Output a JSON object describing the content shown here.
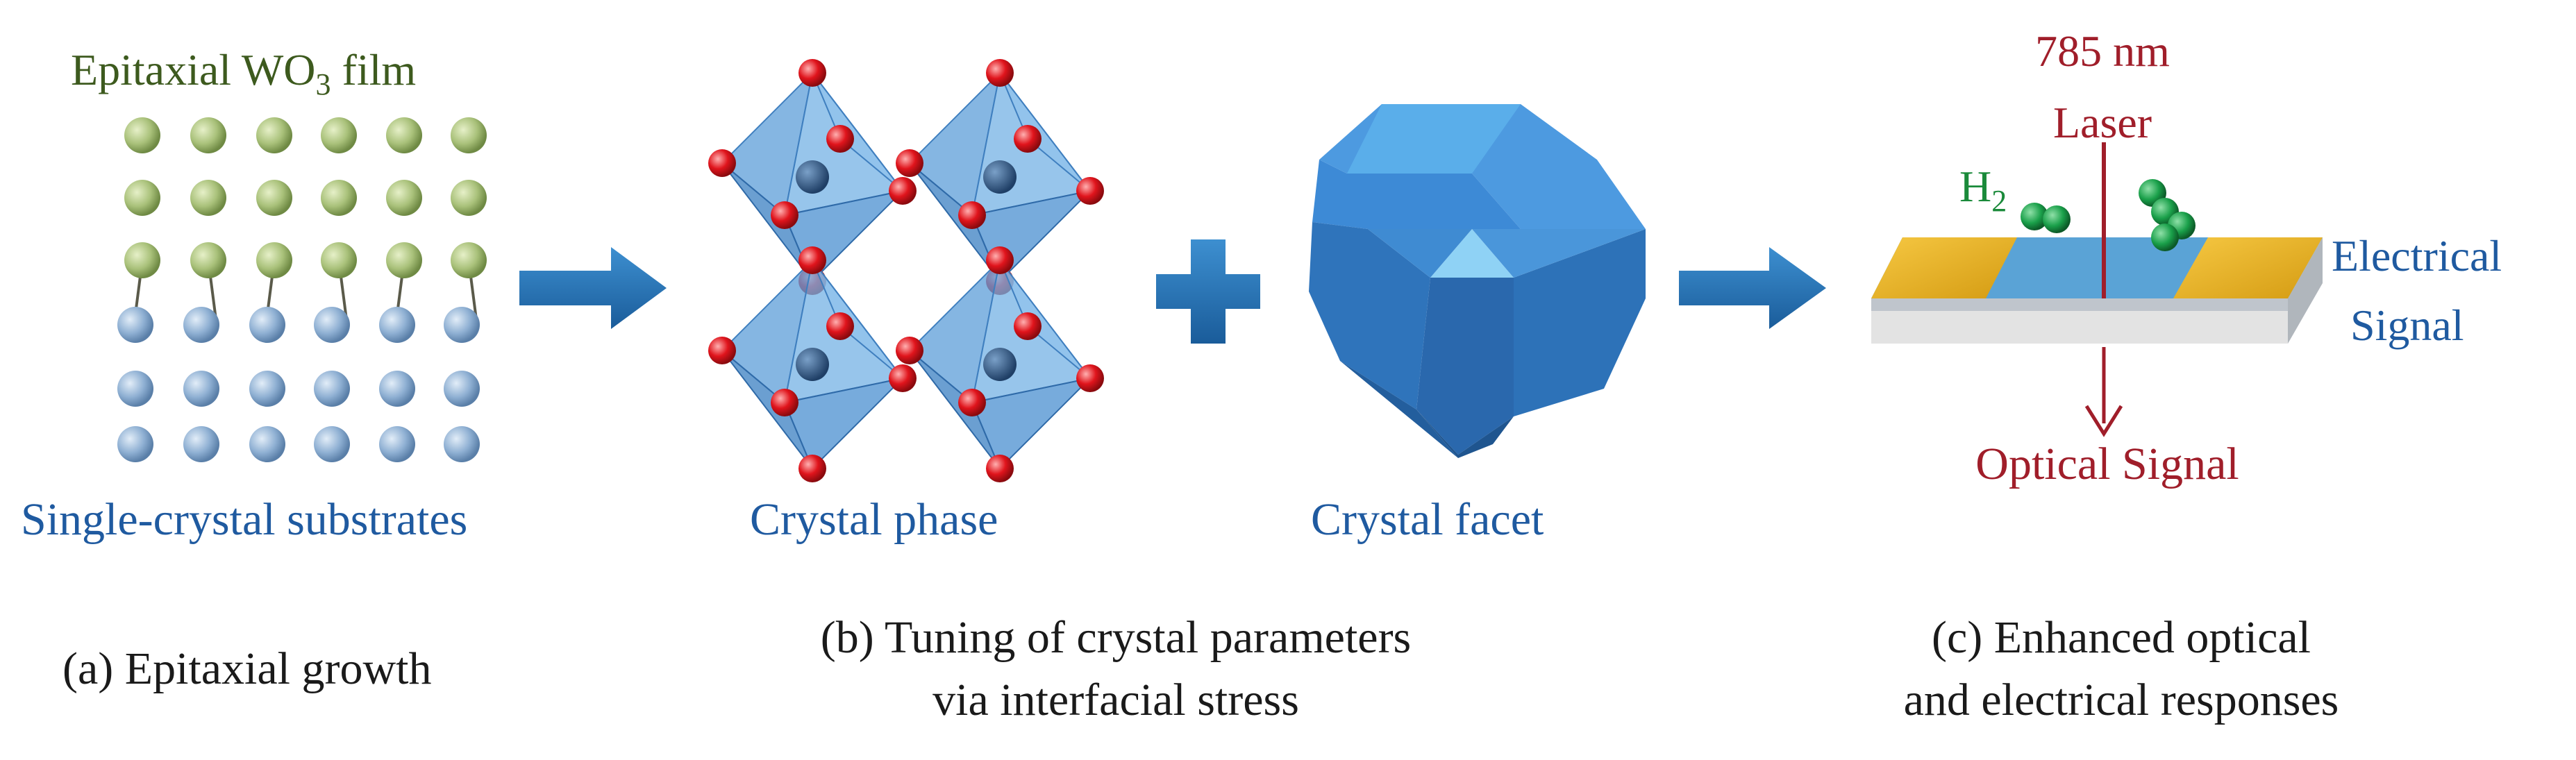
{
  "panel_a": {
    "film_label_main": "Epitaxial WO",
    "film_label_sub": "3",
    "film_label_tail": " film",
    "substrate_label": "Single-crystal substrates",
    "caption": "(a) Epitaxial growth"
  },
  "panel_b": {
    "phase_label": "Crystal phase",
    "facet_label": "Crystal facet",
    "caption_line1": "(b) Tuning of crystal parameters",
    "caption_line2": "via interfacial stress"
  },
  "panel_c": {
    "laser_line1": "785 nm",
    "laser_line2": "Laser",
    "gas_main": "H",
    "gas_sub": "2",
    "electrical_line1": "Electrical",
    "electrical_line2": "Signal",
    "optical_label": "Optical Signal",
    "caption_line1": "(c) Enhanced optical",
    "caption_line2": "and electrical responses"
  },
  "colors": {
    "film_text": "#3d5a1e",
    "blue_text": "#1f5aa0",
    "red_text": "#a01e2a",
    "gas_text": "#1a8a3a",
    "black_text": "#1a1a1a",
    "arrow": "#1f6fb2",
    "film_atom": "#a9c17a",
    "substrate_atom": "#8fb0d3",
    "oxygen": "#d9141c",
    "octahedron": "#4d8fcc",
    "electrode": "#e9b320",
    "channel": "#5aa3d6"
  }
}
